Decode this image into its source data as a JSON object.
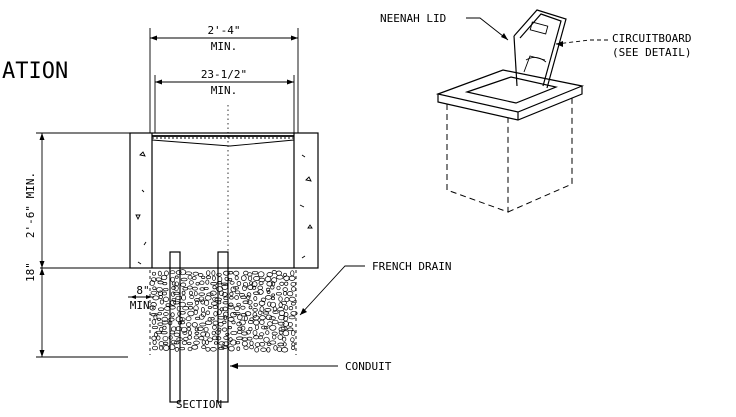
{
  "labels": {
    "elevation_partial": "ATION",
    "section": "SECTION",
    "dim_outer": "2'-4\"",
    "dim_outer_min": "MIN.",
    "dim_inner": "23-1/2\"",
    "dim_inner_min": "MIN.",
    "dim_depth": "2'-6\" MIN.",
    "dim_drain": "18\"",
    "dim_wall": "8\"",
    "dim_wall_min": "MIN.",
    "french_drain": "FRENCH DRAIN",
    "conduit": "CONDUIT",
    "neenah_lid": "NEENAH LID",
    "circuitboard": "CIRCUITBOARD",
    "see_detail": "(SEE DETAIL)"
  }
}
